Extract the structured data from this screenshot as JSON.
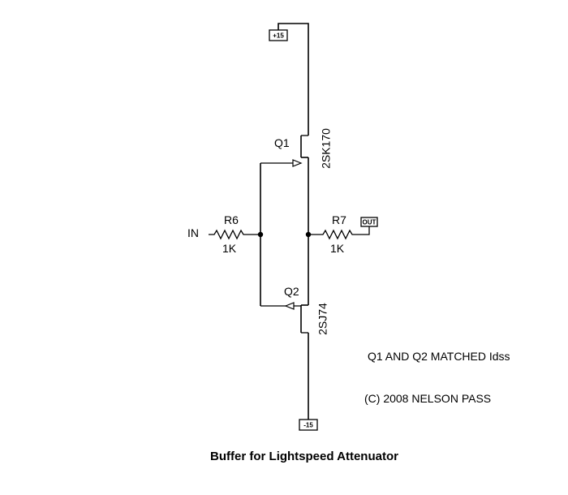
{
  "rails": {
    "positive": "+15",
    "negative": "-15"
  },
  "input": {
    "label": "IN"
  },
  "output": {
    "label": "OUT"
  },
  "q1": {
    "ref": "Q1",
    "part": "2SK170"
  },
  "q2": {
    "ref": "Q2",
    "part": "2SJ74"
  },
  "r6": {
    "ref": "R6",
    "value": "1K"
  },
  "r7": {
    "ref": "R7",
    "value": "1K"
  },
  "notes": {
    "matched": "Q1 AND Q2 MATCHED Idss",
    "copyright": "(C) 2008 NELSON PASS"
  },
  "caption": "Buffer for Lightspeed Attenuator"
}
